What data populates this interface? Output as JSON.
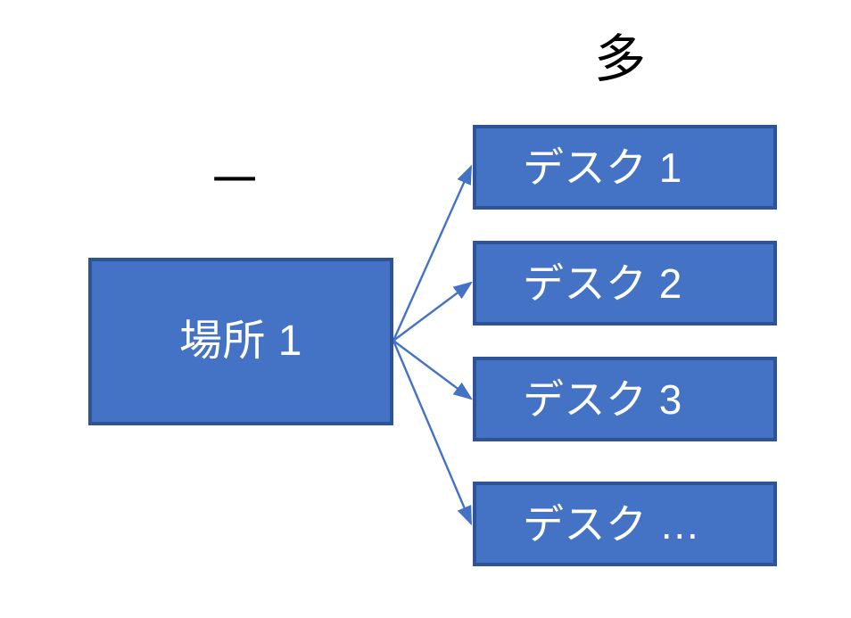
{
  "diagram": {
    "type": "entity-relationship",
    "background_color": "#FFFFFF",
    "shape_fill_color": "#4472C4",
    "shape_border_color": "#2E5397",
    "shape_text_color": "#FFFFFF",
    "connector_color": "#4472C4",
    "cardinality_text_color": "#000000"
  },
  "cardinality": {
    "one_label": "一",
    "many_label": "多"
  },
  "parent": {
    "label": "場所 1"
  },
  "children": [
    {
      "label": "デスク 1"
    },
    {
      "label": "デスク 2"
    },
    {
      "label": "デスク 3"
    },
    {
      "label": "デスク …"
    }
  ]
}
